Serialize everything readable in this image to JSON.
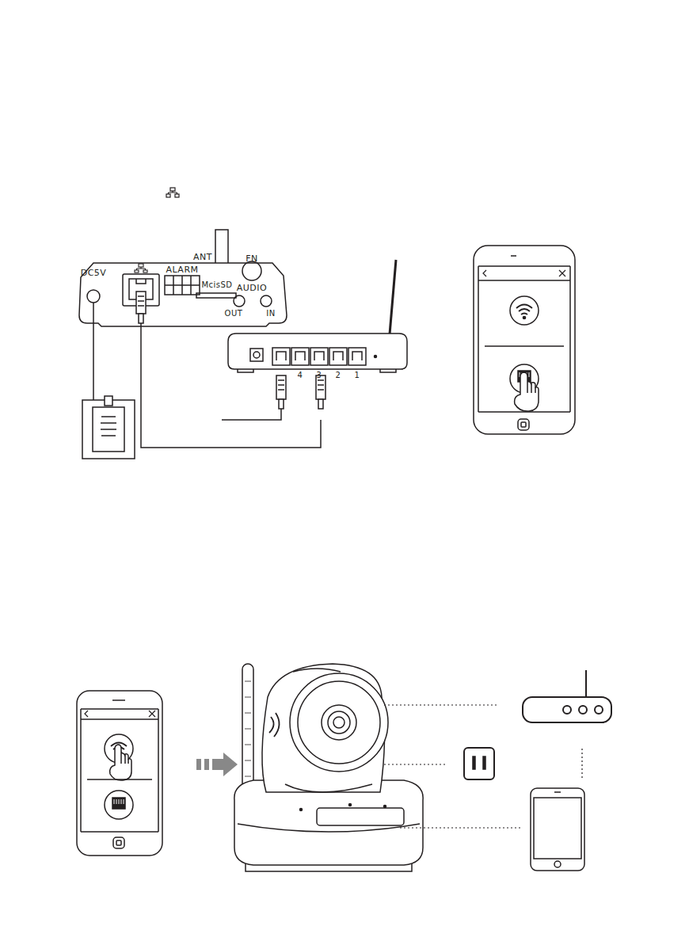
{
  "diagram": {
    "labels": [
      "ANT",
      "DC5V",
      "ALARM",
      "FN",
      "McisSD",
      "AUDIO",
      "OUT",
      "IN",
      "4",
      "3",
      "2",
      "1"
    ]
  }
}
